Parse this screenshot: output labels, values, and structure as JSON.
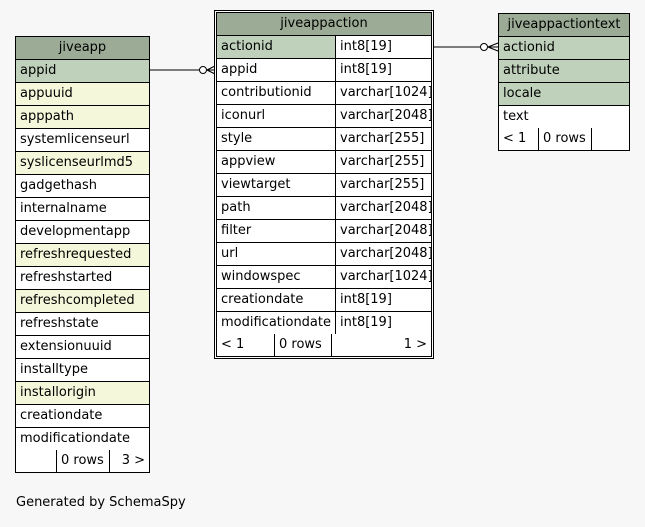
{
  "tables": {
    "jiveapp": {
      "name": "jiveapp",
      "rows": [
        {
          "label": "appid",
          "kind": "pk"
        },
        {
          "label": "appuuid",
          "kind": "fk"
        },
        {
          "label": "apppath",
          "kind": "fk"
        },
        {
          "label": "systemlicenseurl",
          "kind": "plain"
        },
        {
          "label": "syslicenseurlmd5",
          "kind": "fk"
        },
        {
          "label": "gadgethash",
          "kind": "plain"
        },
        {
          "label": "internalname",
          "kind": "plain"
        },
        {
          "label": "developmentapp",
          "kind": "plain"
        },
        {
          "label": "refreshrequested",
          "kind": "fk"
        },
        {
          "label": "refreshstarted",
          "kind": "plain"
        },
        {
          "label": "refreshcompleted",
          "kind": "fk"
        },
        {
          "label": "refreshstate",
          "kind": "plain"
        },
        {
          "label": "extensionuuid",
          "kind": "plain"
        },
        {
          "label": "installtype",
          "kind": "plain"
        },
        {
          "label": "installorigin",
          "kind": "fk"
        },
        {
          "label": "creationdate",
          "kind": "plain"
        },
        {
          "label": "modificationdate",
          "kind": "plain"
        }
      ],
      "footer": {
        "parents": "",
        "rows": "0 rows",
        "children": "3 >"
      }
    },
    "jiveappaction": {
      "name": "jiveappaction",
      "rows": [
        {
          "label": "actionid",
          "type": "int8[19]",
          "kind": "pk"
        },
        {
          "label": "appid",
          "type": "int8[19]",
          "kind": "plain"
        },
        {
          "label": "contributionid",
          "type": "varchar[1024]",
          "kind": "plain"
        },
        {
          "label": "iconurl",
          "type": "varchar[2048]",
          "kind": "plain"
        },
        {
          "label": "style",
          "type": "varchar[255]",
          "kind": "plain"
        },
        {
          "label": "appview",
          "type": "varchar[255]",
          "kind": "plain"
        },
        {
          "label": "viewtarget",
          "type": "varchar[255]",
          "kind": "plain"
        },
        {
          "label": "path",
          "type": "varchar[2048]",
          "kind": "plain"
        },
        {
          "label": "filter",
          "type": "varchar[2048]",
          "kind": "plain"
        },
        {
          "label": "url",
          "type": "varchar[2048]",
          "kind": "plain"
        },
        {
          "label": "windowspec",
          "type": "varchar[1024]",
          "kind": "plain"
        },
        {
          "label": "creationdate",
          "type": "int8[19]",
          "kind": "plain"
        },
        {
          "label": "modificationdate",
          "type": "int8[19]",
          "kind": "plain"
        }
      ],
      "footer": {
        "parents": "< 1",
        "rows": "0 rows",
        "children": "1 >"
      }
    },
    "jiveappactiontext": {
      "name": "jiveappactiontext",
      "rows": [
        {
          "label": "actionid",
          "kind": "pk"
        },
        {
          "label": "attribute",
          "kind": "pk"
        },
        {
          "label": "locale",
          "kind": "pk"
        },
        {
          "label": "text",
          "kind": "plain"
        }
      ],
      "footer": {
        "parents": "< 1",
        "rows": "0 rows",
        "children": ""
      }
    }
  },
  "colors": {
    "header": "#9bab96",
    "pk": "#bfd1bb",
    "fk": "#f4f7da",
    "background": "#f7f7f7"
  },
  "generated_by": "Generated by SchemaSpy"
}
